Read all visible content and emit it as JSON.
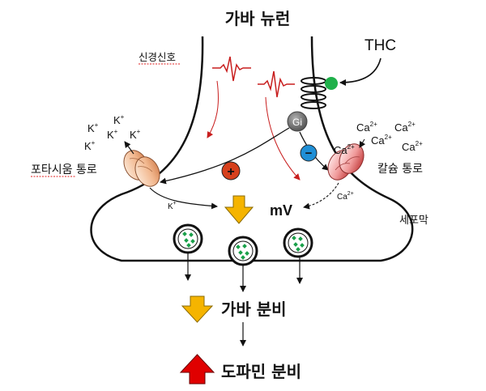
{
  "title": "가바 뉴런",
  "nerve_signal": "신경신호",
  "thc": "THC",
  "gi": "Gi",
  "k_ion": "K",
  "k_sup": "+",
  "ca_ion": "Ca",
  "ca_sup": "2+",
  "potassium_channel": "포타시움 통로",
  "calcium_channel": "칼슘 통로",
  "membrane_potential": "mV",
  "cell_membrane": "세포막",
  "plus_sign": "+",
  "minus_sign": "−",
  "gaba_release": "가바 분비",
  "dopamine_release": "도파민 분비",
  "colors": {
    "plus_circle": "#d6401c",
    "minus_circle": "#1f8fd6",
    "receptor_dot": "#1fb04a",
    "down_arrow": "#f5b400",
    "up_arrow": "#e00000",
    "signal_red": "#d42020",
    "vesicle_dots": "#1aa04a"
  }
}
